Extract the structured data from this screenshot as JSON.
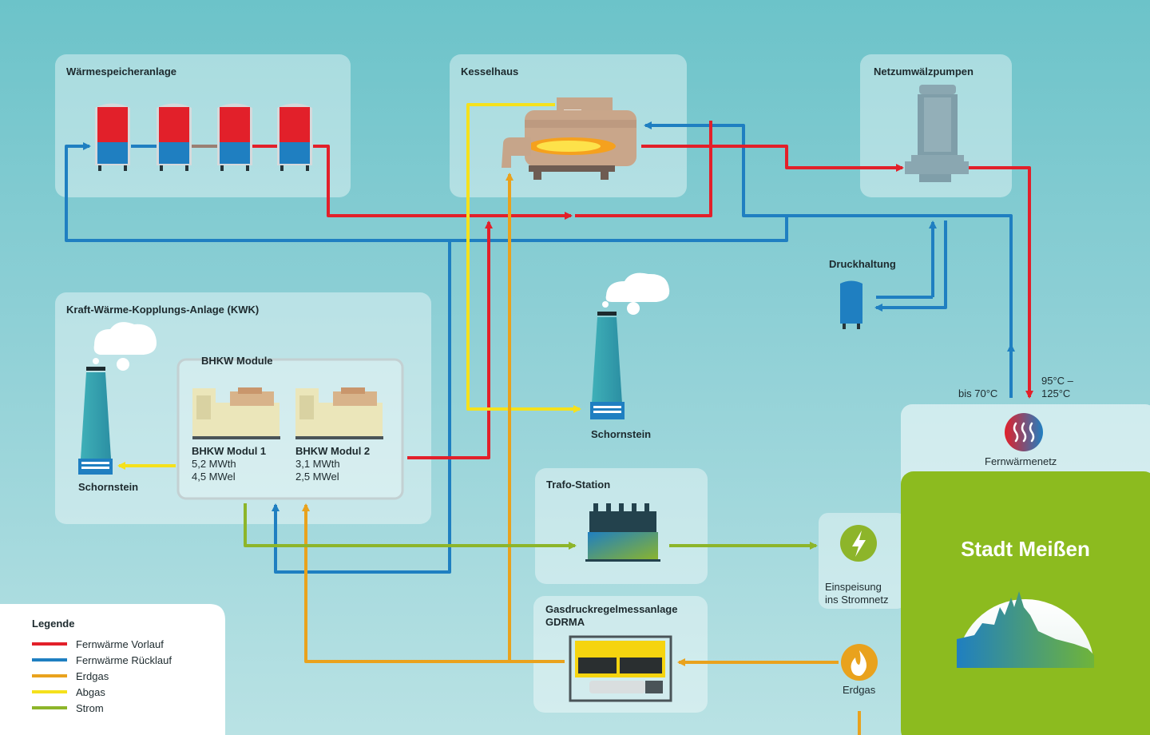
{
  "sections": {
    "waermespeicher": "Wärmespeicheranlage",
    "kesselhaus": "Kesselhaus",
    "pumpen": "Netzumwälzpumpen",
    "druckhaltung": "Druckhaltung",
    "kwk": "Kraft-Wärme-Kopplungs-Anlage (KWK)",
    "bhkw_group": "BHKW Module",
    "trafo": "Trafo-Station",
    "gdrma_line1": "Gasdruckregelmessanlage",
    "gdrma_line2": "GDRMA"
  },
  "modules": [
    {
      "name": "BHKW Modul 1",
      "thermal": "5,2 MWth",
      "electric": "4,5 MWel"
    },
    {
      "name": "BHKW Modul 2",
      "thermal": "3,1 MWth",
      "electric": "2,5 MWel"
    }
  ],
  "chimneys": {
    "kwk": "Schornstein",
    "kessel": "Schornstein"
  },
  "temperatures": {
    "return": "bis 70°C",
    "supply_line1": "95°C –",
    "supply_line2": "125°C"
  },
  "fernwaerme": {
    "label": "Fernwärmenetz"
  },
  "einspeisung": {
    "line1": "Einspeisung",
    "line2": "ins Stromnetz"
  },
  "gas_source": {
    "label": "Erdgas"
  },
  "city": {
    "name": "Stadt Meißen"
  },
  "legend": {
    "title": "Legende",
    "items": [
      {
        "label": "Fernwärme Vorlauf",
        "color": "#e2202a"
      },
      {
        "label": "Fernwärme Rücklauf",
        "color": "#1f7fc1"
      },
      {
        "label": "Erdgas",
        "color": "#e9a21d"
      },
      {
        "label": "Abgas",
        "color": "#f5e11c"
      },
      {
        "label": "Strom",
        "color": "#8db52a"
      }
    ]
  },
  "colors": {
    "vorlauf": "#e2202a",
    "ruecklauf": "#1f7fc1",
    "erdgas": "#e9a21d",
    "abgas": "#f5e11c",
    "strom": "#8db52a",
    "city_green": "#8cbb1f"
  }
}
